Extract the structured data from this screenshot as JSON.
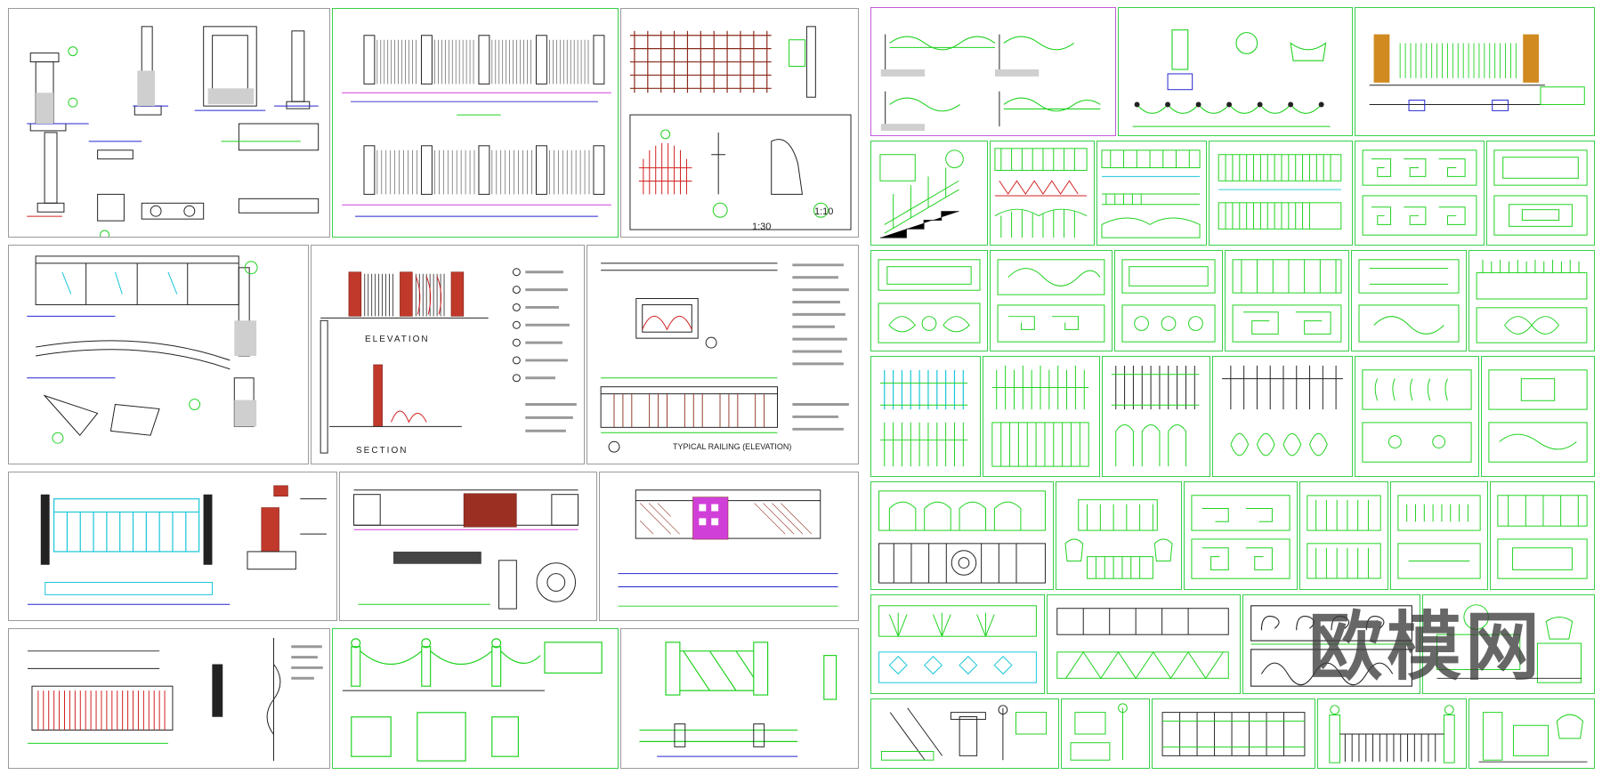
{
  "canvas": {
    "background": "#ffffff"
  },
  "colors": {
    "cad_green": "#1fd21f",
    "cad_cyan": "#17c6d8",
    "cad_red": "#d22020",
    "cad_magenta": "#d040d8",
    "cad_blue": "#2424d0",
    "ink": "#222222"
  },
  "watermark": {
    "text": "欧模网"
  },
  "drawing_labels": {
    "elevation": "ELEVATION",
    "section": "SECTION",
    "typical_railing": "TYPICAL RAILING (ELEVATION)",
    "scale_1_30": "1:30",
    "scale_1_10": "1:10"
  }
}
